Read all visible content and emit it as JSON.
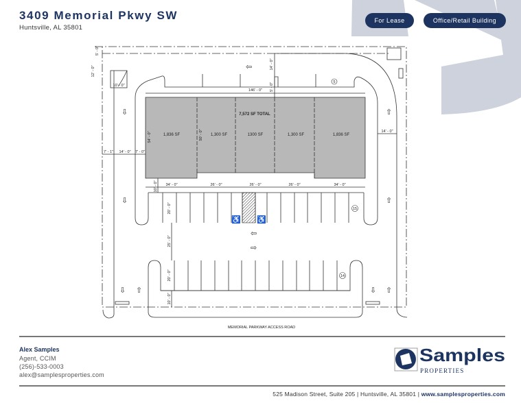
{
  "header": {
    "title": "3409 Memorial Pkwy SW",
    "subtitle": "Huntsville, AL 35801",
    "badges": [
      "For Lease",
      "Office/Retail Building"
    ]
  },
  "colors": {
    "brand": "#1d3461",
    "watermark": "#cdd2dc",
    "building": "#b8b8b8"
  },
  "site_plan": {
    "total": "7,572 SF TOTAL",
    "units": [
      "1,836 SF",
      "1,300 SF",
      "1300 SF",
      "1,300 SF",
      "1,836 SF"
    ],
    "dims": {
      "top_left_5": "5' - 0\"",
      "top_left_12": "12' - 0\"",
      "box_10": "10' - 0\"",
      "top_14": "14' - 0\"",
      "top_5": "5' - 0\"",
      "overall_width": "146' - 0\"",
      "depth_54": "54' - 0\"",
      "depth_50": "50' - 0\"",
      "left_7_1": "7' - 1\"",
      "left_14": "14' - 0\"",
      "left_7": "7' - 0\"",
      "right_14": "14' - 0\"",
      "unit_widths": [
        "34' - 0\"",
        "26' - 0\"",
        "26' - 0\"",
        "26' - 0\"",
        "34' - 0\""
      ],
      "walk_10": "10' - 0\"",
      "stall_20_top": "20' - 0\"",
      "aisle_25": "25' - 0\"",
      "stall_20_bottom": "20' - 0\"",
      "bottom_10": "10' - 0\""
    },
    "stall_counts": [
      "5",
      "15",
      "14"
    ],
    "road_label": "MEMORIAL PARKWAY ACCESS ROAD"
  },
  "agent": {
    "name": "Alex Samples",
    "title": "Agent, CCIM",
    "phone": "(256)-533-0003",
    "email": "alex@samplesproperties.com"
  },
  "logo": {
    "name": "Samples",
    "sub": "PROPERTIES"
  },
  "footer": {
    "address": "525 Madison Street, Suite 205 | Huntsville, AL 35801 | ",
    "website": "www.samplesproperties.com"
  }
}
